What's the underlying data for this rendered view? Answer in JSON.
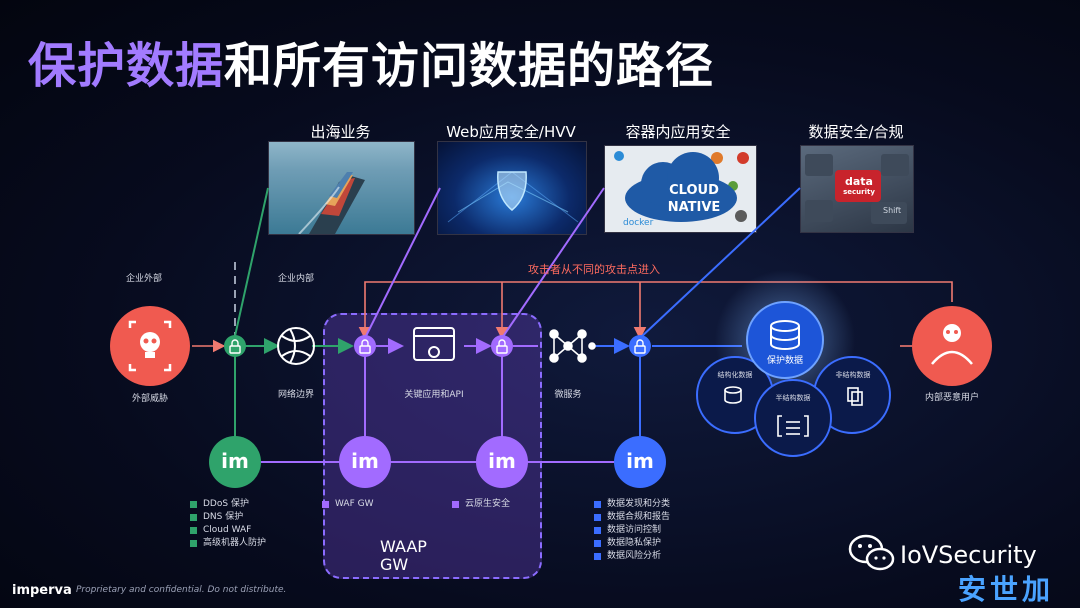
{
  "title": {
    "highlight": "保护数据",
    "rest": "和所有访问数据的路径"
  },
  "top_images": [
    {
      "caption": "出海业务"
    },
    {
      "caption": "Web应用安全/HVV"
    },
    {
      "caption": "容器内应用安全",
      "cloud_line1": "CLOUD",
      "cloud_line2": "NATIVE",
      "docker": "docker"
    },
    {
      "caption": "数据安全/合规",
      "key_line1": "data",
      "key_line2": "security",
      "key_shift": "Shift"
    }
  ],
  "attack_label": "攻击者从不同的攻击点进入",
  "labels": {
    "outside": "企业外部",
    "inside": "企业内部",
    "external_threat": "外部威胁",
    "network_edge": "网络边界",
    "key_apps": "关键应用和API",
    "microservices": "微服务",
    "protect_data": "保护数据",
    "internal_user": "内部恶意用户",
    "db_left": "结构化数据",
    "db_right": "非结构数据",
    "db_bottom": "半结构数据"
  },
  "waap": {
    "line1": "WAAP",
    "line2": "GW"
  },
  "imperva_glyph": "im",
  "legend_green": [
    "DDoS 保护",
    "DNS 保护",
    "Cloud WAF",
    "高级机器人防护"
  ],
  "legend_purple": {
    "waf": "WAF GW",
    "cloud": "云原生安全"
  },
  "legend_blue": [
    "数据发现和分类",
    "数据合规和报告",
    "数据访问控制",
    "数据隐私保护",
    "数据风险分析"
  ],
  "footer": {
    "brand": "imperva",
    "note": "Proprietary and confidential. Do not distribute."
  },
  "watermark": {
    "text": "IoVSecurity",
    "sub": "安世加"
  },
  "colors": {
    "green": "#2fa36b",
    "purple": "#a26bff",
    "blue": "#3b6dff",
    "red": "#f05a50",
    "salmon": "#f07a70"
  }
}
